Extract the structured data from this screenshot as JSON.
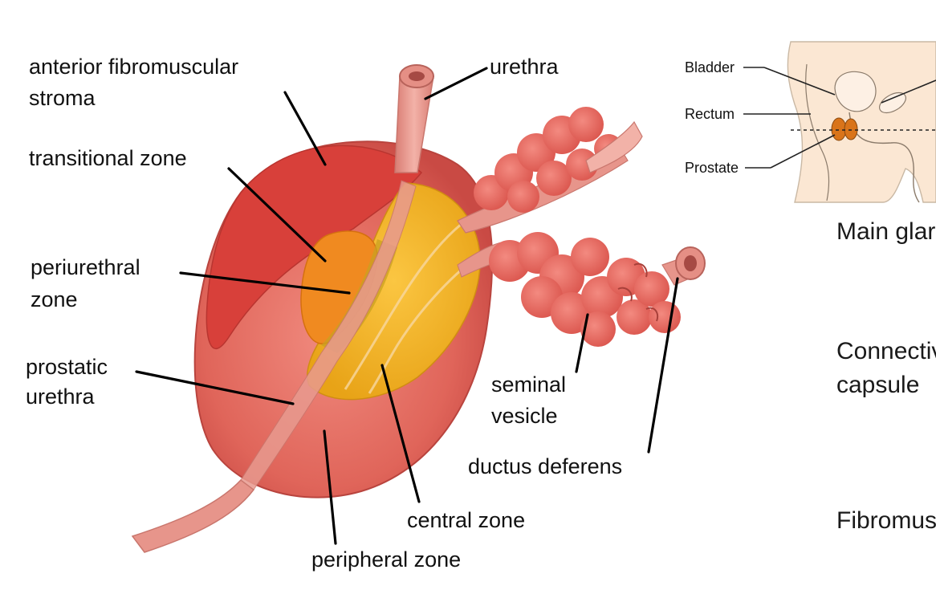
{
  "main_diagram": {
    "labels": {
      "anterior_fibromuscular_stroma": [
        "anterior fibromuscular",
        "stroma"
      ],
      "urethra": "urethra",
      "transitional_zone": "transitional zone",
      "periurethral_zone": [
        "periurethral",
        "zone"
      ],
      "prostatic_urethra": [
        "prostatic",
        "urethra"
      ],
      "seminal_vesicle": [
        "seminal",
        "vesicle"
      ],
      "ductus_deferens": "ductus deferens",
      "central_zone": "central zone",
      "peripheral_zone": "peripheral zone"
    }
  },
  "inset": {
    "labels": {
      "bladder": "Bladder",
      "rectum": "Rectum",
      "prostate": "Prostate"
    }
  },
  "right_column": {
    "main_gland": "Main glar",
    "connective_capsule": [
      "Connectiv",
      "capsule"
    ],
    "fibromuscular": "Fibromus"
  },
  "colors": {
    "peripheral_zone": "#e0655a",
    "anterior_stroma": "#d8403a",
    "central_zone": "#f2b21c",
    "transitional_zone": "#f08a20",
    "urethra": "#e89a8f",
    "vesicle": "#e36a60",
    "inset_skin": "#fbe7d3",
    "inset_prostate": "#d9741a"
  }
}
